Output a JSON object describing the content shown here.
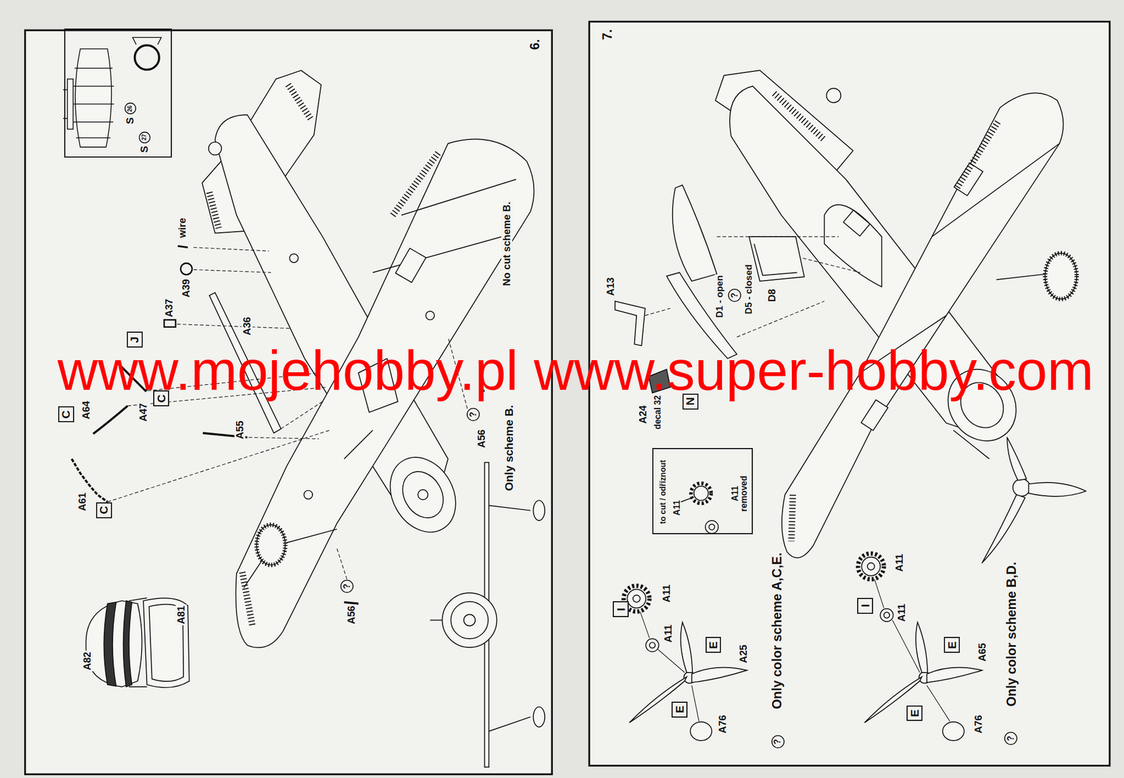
{
  "diagram": {
    "nodes": [
      {
        "text": [
          "S",
          "S"
        ]
      },
      {
        "text": [
          "26"
        ],
        "in": 0
      },
      {
        "text": [
          "27"
        ],
        "in": 0
      },
      {
        "text": [
          "J"
        ]
      },
      {
        "text": [
          "C"
        ]
      },
      {
        "text": [
          "C"
        ]
      },
      {
        "text": [
          "C"
        ]
      },
      {
        "text": [
          "?"
        ]
      },
      {
        "text": [
          "?"
        ]
      },
      {
        "text": [
          "N"
        ]
      },
      {
        "text": [
          "?"
        ]
      },
      {
        "text": [
          "to cut / odříznout",
          "A11",
          "A11 removed"
        ]
      },
      {
        "text": [
          "I"
        ]
      },
      {
        "text": [
          "E"
        ]
      },
      {
        "text": [
          "E"
        ]
      },
      {
        "text": [
          "?"
        ]
      },
      {
        "text": [
          "I"
        ]
      },
      {
        "text": [
          "E"
        ]
      },
      {
        "text": [
          "E"
        ]
      },
      {
        "text": [
          "?"
        ]
      }
    ],
    "labels": [
      "6.",
      "wire",
      "A39",
      "A37",
      "A36",
      "A64",
      "A47",
      "A61",
      "A55",
      "A56",
      "No cut scheme B.",
      "Only scheme B.",
      "A56",
      "A82",
      "A81",
      "7.",
      "A13",
      "D1 - open",
      "D5 - closed",
      "D8",
      "A24",
      "decal 32",
      "A11",
      "A11",
      "A25",
      "A76",
      "Only color scheme A,C,E.",
      "A11",
      "A11",
      "A65",
      "A76",
      "Only color scheme B,D.",
      "www.mojehobby.pl www.super-hobby.com"
    ]
  }
}
